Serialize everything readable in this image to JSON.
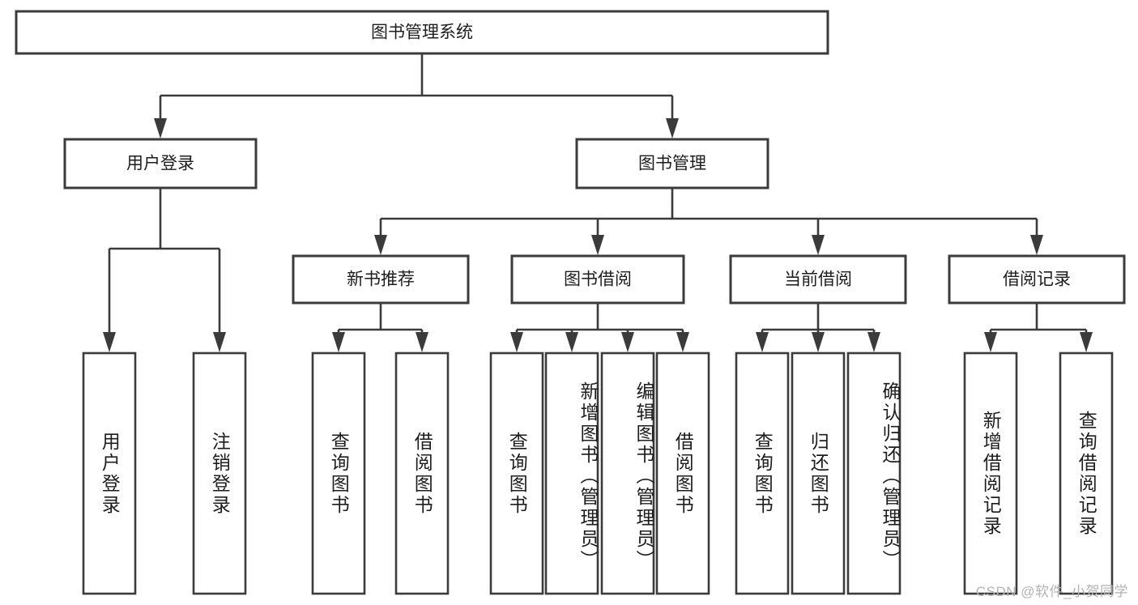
{
  "diagram": {
    "type": "tree",
    "title_node": {
      "label": "图书管理系统"
    },
    "level2": [
      {
        "id": "user-login",
        "label": "用户登录"
      },
      {
        "id": "book-manage",
        "label": "图书管理"
      }
    ],
    "level3": [
      {
        "id": "new-book-recommend",
        "label": "新书推荐"
      },
      {
        "id": "book-borrow",
        "label": "图书借阅"
      },
      {
        "id": "current-borrow",
        "label": "当前借阅"
      },
      {
        "id": "borrow-record",
        "label": "借阅记录"
      }
    ],
    "leaves": [
      {
        "id": "leaf-user-login",
        "label": "用户登录",
        "parent": "用户登录"
      },
      {
        "id": "leaf-user-logout",
        "label": "注销登录",
        "parent": "用户登录"
      },
      {
        "id": "leaf-query-book-1",
        "label": "查询图书",
        "parent": "新书推荐"
      },
      {
        "id": "leaf-borrow-book-1",
        "label": "借阅图书",
        "parent": "新书推荐"
      },
      {
        "id": "leaf-query-book-2",
        "label": "查询图书",
        "parent": "图书借阅"
      },
      {
        "id": "leaf-add-book",
        "label": "新增图书（管理员）",
        "parent": "图书借阅"
      },
      {
        "id": "leaf-edit-book",
        "label": "编辑图书（管理员）",
        "parent": "图书借阅"
      },
      {
        "id": "leaf-borrow-book-2",
        "label": "借阅图书",
        "parent": "图书借阅"
      },
      {
        "id": "leaf-query-book-3",
        "label": "查询图书",
        "parent": "当前借阅"
      },
      {
        "id": "leaf-return-book",
        "label": "归还图书",
        "parent": "当前借阅"
      },
      {
        "id": "leaf-confirm-return",
        "label": "确认归还（管理员）",
        "parent": "当前借阅"
      },
      {
        "id": "leaf-add-record",
        "label": "新增借阅记录",
        "parent": "借阅记录"
      },
      {
        "id": "leaf-query-record",
        "label": "查询借阅记录",
        "parent": "借阅记录"
      }
    ],
    "colors": {
      "stroke": "#3b3b3b",
      "fill": "#ffffff",
      "text": "#1d1d1d",
      "watermark": "#b3b3b3"
    }
  },
  "watermark": {
    "text": "CSDN @软件_小贺同学"
  }
}
